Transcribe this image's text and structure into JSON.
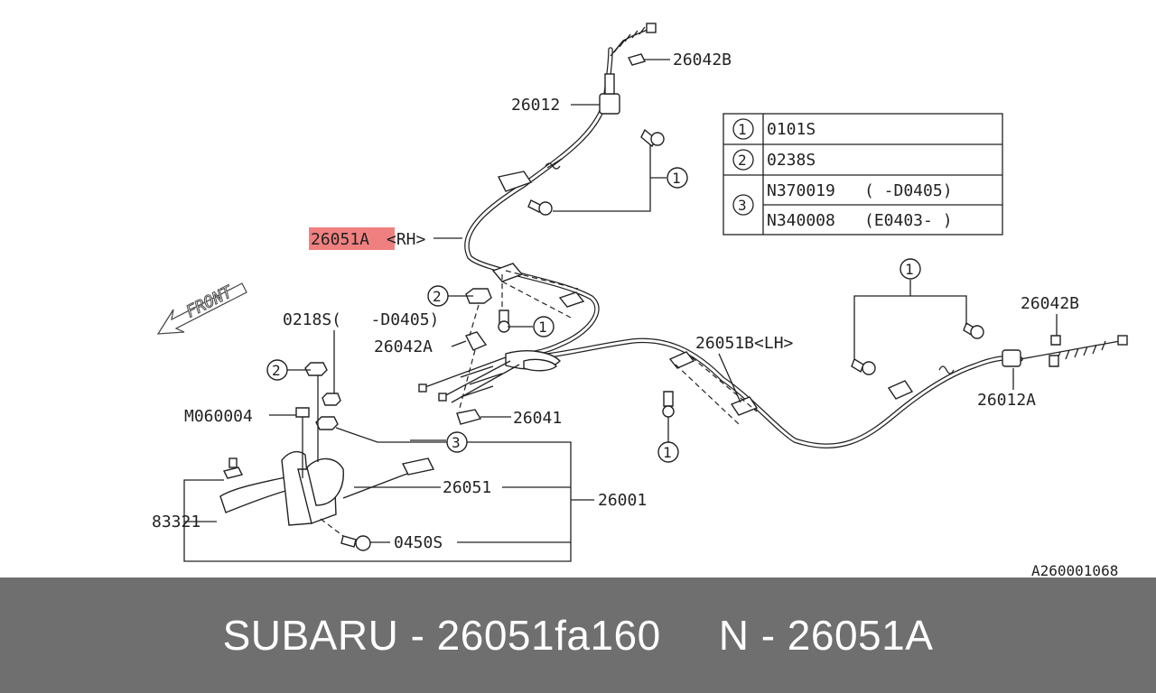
{
  "diagram": {
    "code": "A260001068",
    "front_label": "FRONT",
    "labels": {
      "p26042B_top": "26042B",
      "p26012": "26012",
      "p26051A_num": "26051A",
      "p26051A_side": "<RH>",
      "p0218S": "0218S(   -D0405)",
      "p26042A": "26042A",
      "p26041": "26041",
      "pM060004": "M060004",
      "p26051": "26051",
      "p26001": "26001",
      "p83321": "83321",
      "p0450S": "0450S",
      "p26051B": "26051B<LH>",
      "p26042B_right": "26042B",
      "p26012A": "26012A"
    },
    "callouts": {
      "c1": "1",
      "c2": "2",
      "c3": "3"
    },
    "legend": {
      "rows": [
        {
          "num": "1",
          "code": "0101S"
        },
        {
          "num": "2",
          "code": "0238S"
        },
        {
          "num": "3",
          "code": "N370019",
          "range": "(    -D0405)"
        },
        {
          "num": "3",
          "code": "N340008",
          "range": "(E0403-    )"
        }
      ]
    },
    "highlight_color": "#f08080"
  },
  "footer": {
    "brand_part": "SUBARU - 26051fa160",
    "ref": "N - 26051A"
  }
}
